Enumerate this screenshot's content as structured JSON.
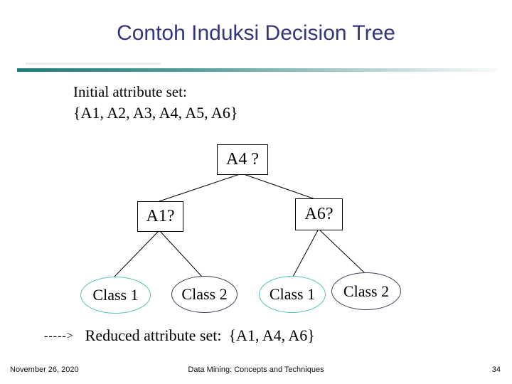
{
  "slide": {
    "title": "Contoh Induksi Decision Tree",
    "initial": {
      "label": "Initial attribute set:",
      "set": "{A1, A2, A3, A4, A5, A6}"
    },
    "tree": {
      "root": {
        "label": "A4 ?"
      },
      "internal": [
        {
          "label": "A1?"
        },
        {
          "label": "A6?"
        }
      ],
      "leaves": [
        {
          "label": "Class 1",
          "variant": "class1"
        },
        {
          "label": "Class 2",
          "variant": "class2"
        },
        {
          "label": "Class 1",
          "variant": "class1"
        },
        {
          "label": "Class 2",
          "variant": "class2"
        }
      ]
    },
    "reduced": {
      "arrow": "----->",
      "label": "Reduced attribute set:",
      "set": "{A1, A4, A6}"
    },
    "footer": {
      "date": "November 26, 2020",
      "title": "Data Mining: Concepts and Techniques",
      "page": "34"
    }
  },
  "colors": {
    "title_text": "#35357a",
    "accent_bar_start": "#1d7c78",
    "class1_border": "#50c5b7",
    "class2_border": "#42425a",
    "node_border": "#000000"
  }
}
